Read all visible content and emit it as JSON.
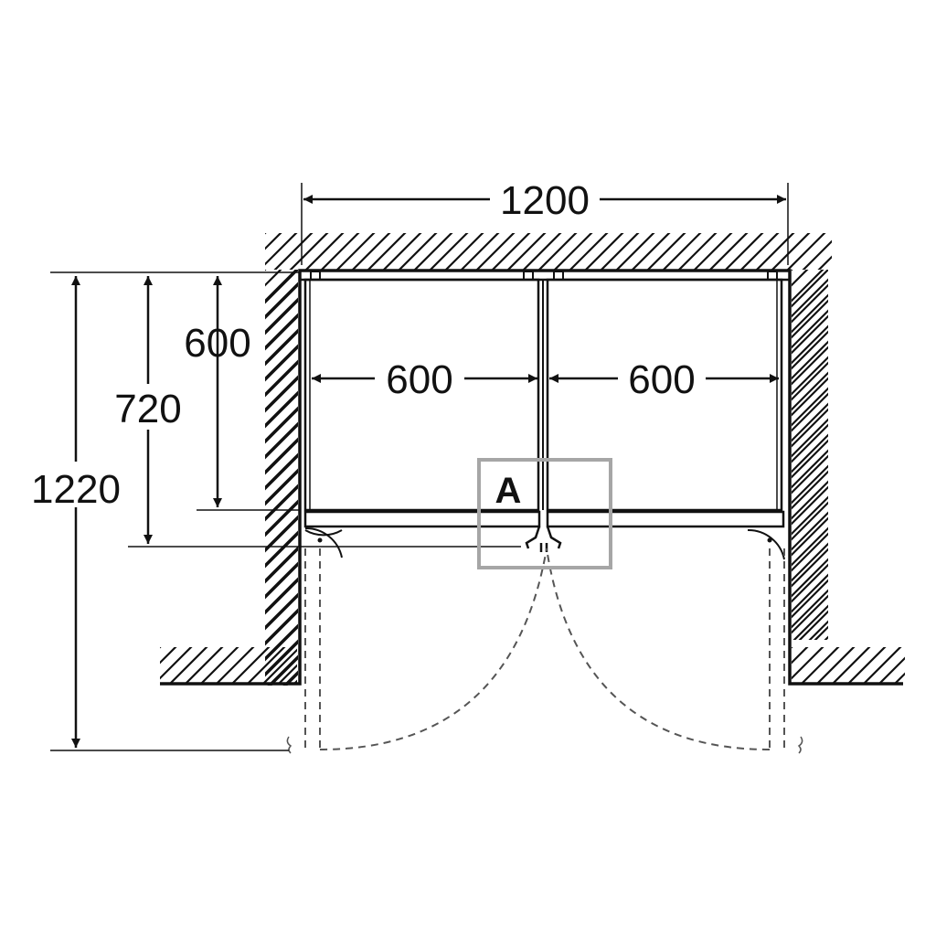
{
  "dimensions": {
    "overall_width": "1200",
    "left_unit_width": "600",
    "right_unit_width": "600",
    "unit_depth": "600",
    "depth_with_door": "720",
    "depth_door_open": "1220"
  },
  "detail": {
    "label": "A"
  },
  "colors": {
    "line": "#111111",
    "detail_box": "#a6a6a6",
    "background": "#ffffff"
  }
}
